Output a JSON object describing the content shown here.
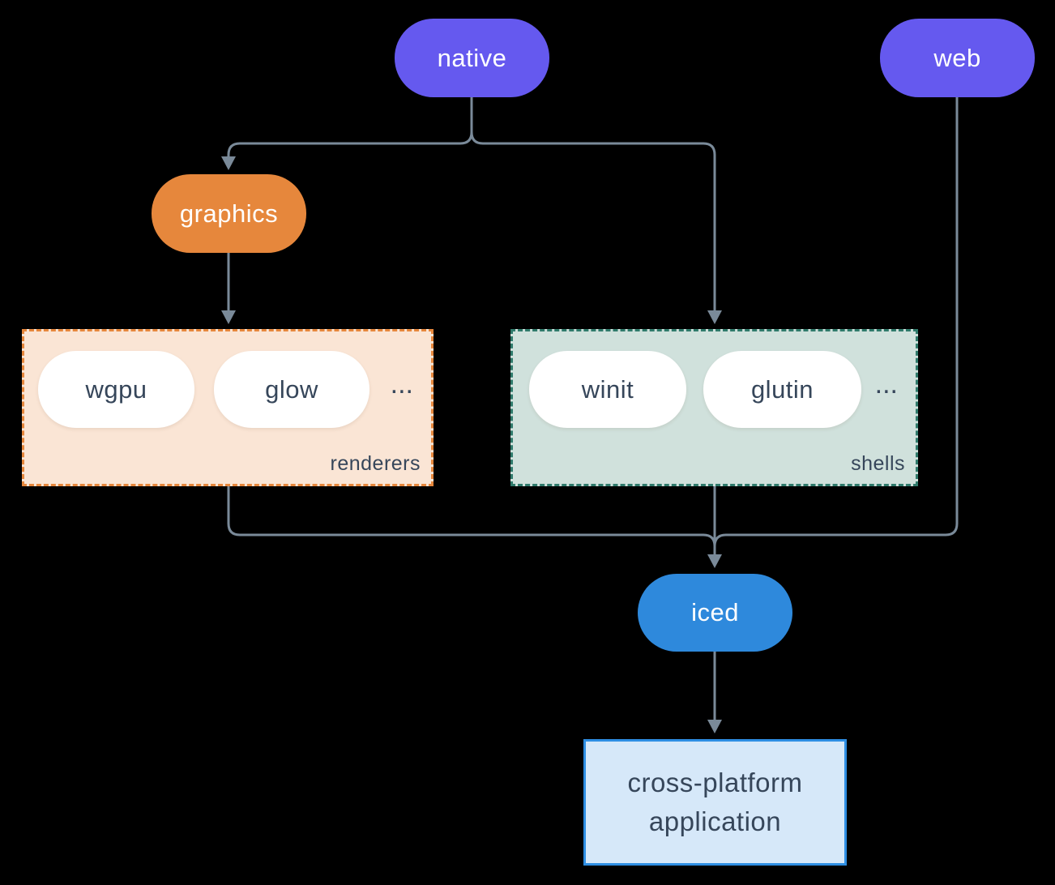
{
  "diagram": {
    "nodes": {
      "native": {
        "label": "native"
      },
      "web": {
        "label": "web"
      },
      "graphics": {
        "label": "graphics"
      },
      "wgpu": {
        "label": "wgpu"
      },
      "glow": {
        "label": "glow"
      },
      "winit": {
        "label": "winit"
      },
      "glutin": {
        "label": "glutin"
      },
      "iced": {
        "label": "iced"
      },
      "app": {
        "line1": "cross-platform",
        "line2": "application"
      }
    },
    "groups": {
      "renderers": {
        "label": "renderers",
        "ellipsis": "..."
      },
      "shells": {
        "label": "shells",
        "ellipsis": "..."
      }
    },
    "colors": {
      "purple": "#6559EF",
      "orange": "#E6873C",
      "blue": "#2E89DC",
      "peach_fill": "#FAE5D5",
      "peach_border": "#E6873C",
      "green_fill": "#D0E1DC",
      "green_border": "#2F7A6B",
      "app_fill": "#D6E8F9",
      "app_border": "#2E8EE3",
      "line": "#7A8A99",
      "text_dark": "#36465A",
      "text_light": "#FFFFFF",
      "bg": "#000000"
    }
  }
}
